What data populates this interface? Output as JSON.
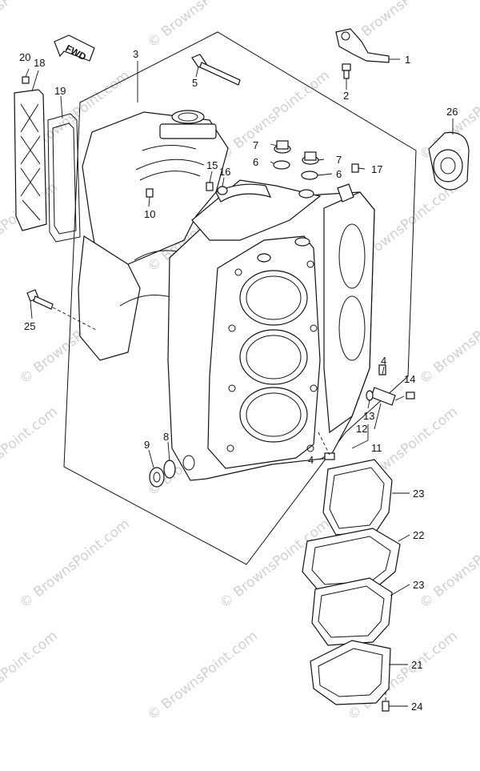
{
  "watermark": {
    "text": "© BrownsPoint.com"
  },
  "direction_arrow": {
    "label": "FWD",
    "icon": "forward-arrow-icon"
  },
  "callouts": [
    {
      "id": "1",
      "text": "1"
    },
    {
      "id": "2",
      "text": "2"
    },
    {
      "id": "3",
      "text": "3"
    },
    {
      "id": "4a",
      "text": "4"
    },
    {
      "id": "4b",
      "text": "4"
    },
    {
      "id": "5",
      "text": "5"
    },
    {
      "id": "6a",
      "text": "6"
    },
    {
      "id": "6b",
      "text": "6"
    },
    {
      "id": "7a",
      "text": "7"
    },
    {
      "id": "7b",
      "text": "7"
    },
    {
      "id": "8",
      "text": "8"
    },
    {
      "id": "9",
      "text": "9"
    },
    {
      "id": "10",
      "text": "10"
    },
    {
      "id": "11",
      "text": "11"
    },
    {
      "id": "12",
      "text": "12"
    },
    {
      "id": "13",
      "text": "13"
    },
    {
      "id": "14",
      "text": "14"
    },
    {
      "id": "15",
      "text": "15"
    },
    {
      "id": "16",
      "text": "16"
    },
    {
      "id": "17",
      "text": "17"
    },
    {
      "id": "18",
      "text": "18"
    },
    {
      "id": "19",
      "text": "19"
    },
    {
      "id": "20",
      "text": "20"
    },
    {
      "id": "21",
      "text": "21"
    },
    {
      "id": "22",
      "text": "22"
    },
    {
      "id": "23a",
      "text": "23"
    },
    {
      "id": "23b",
      "text": "23"
    },
    {
      "id": "24",
      "text": "24"
    },
    {
      "id": "25",
      "text": "25"
    },
    {
      "id": "26",
      "text": "26"
    }
  ]
}
